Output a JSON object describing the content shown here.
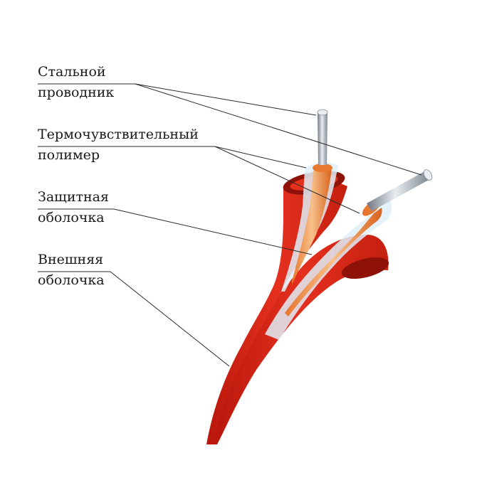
{
  "labels": {
    "steel_conductor": {
      "line1": "Стальной",
      "line2": "проводник"
    },
    "thermo_polymer": {
      "line1": "Термочувствительный",
      "line2": "полимер"
    },
    "protective_sheath": {
      "line1": "Защитная",
      "line2": "оболочка"
    },
    "outer_sheath": {
      "line1": "Внешняя",
      "line2": "оболочка"
    }
  },
  "colors": {
    "outer_sheath": "#e5301e",
    "outer_sheath_dark": "#b8170c",
    "polymer": "#e8772f",
    "polymer_light": "#f5b37a",
    "protective": "#dfeff7",
    "wire": "#9aa3ad",
    "wire_light": "#e9edf1",
    "leader_line": "#2b2b2b"
  }
}
